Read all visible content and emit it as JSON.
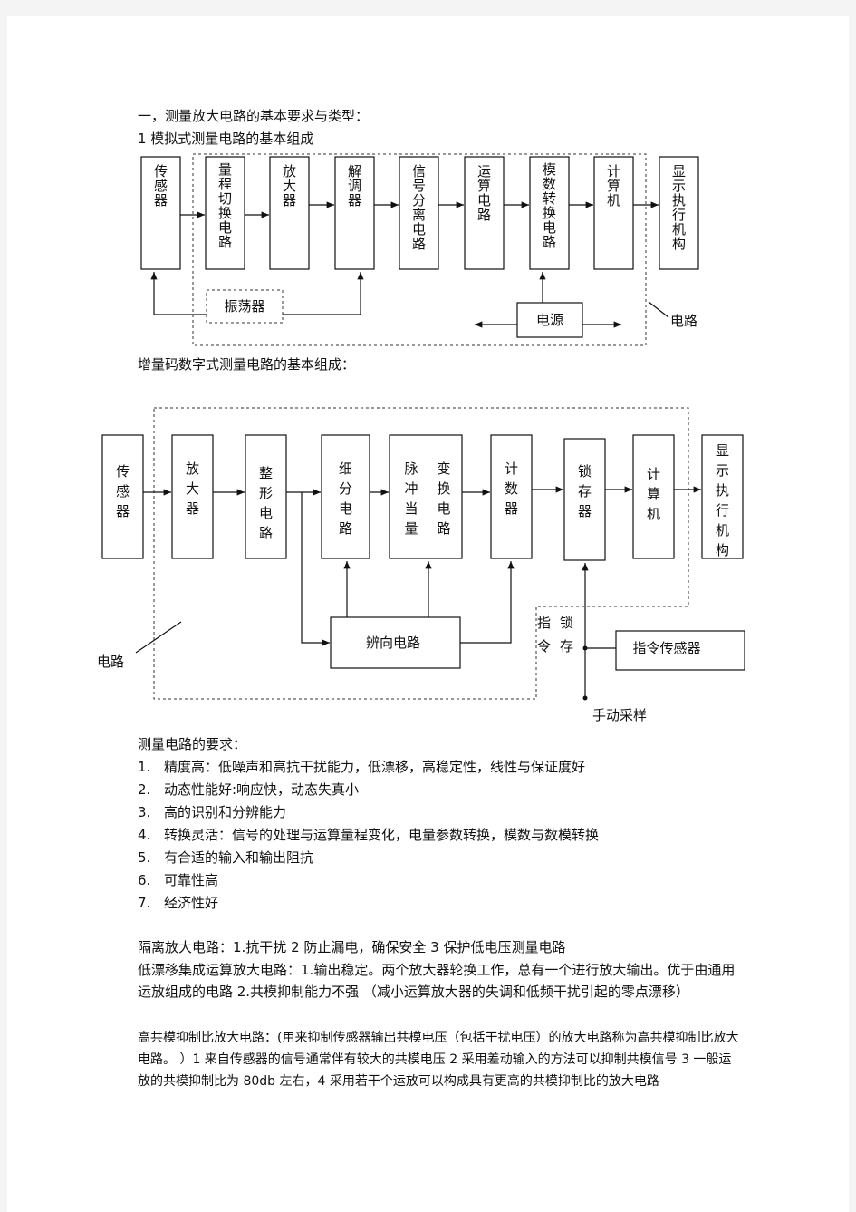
{
  "heading": "一，测量放大电路的基本要求与类型：",
  "section1_title": "1 模拟式测量电路的基本组成",
  "diagram1": {
    "blocks": [
      "传感器",
      "量程切换电路",
      "放大器",
      "解调器",
      "信号分离电路",
      "运算电路",
      "模数转换电路",
      "计算机",
      "显示执行机构"
    ],
    "oscillator": "振荡器",
    "power": "电源",
    "circuit_label": "电路"
  },
  "section2_title": "增量码数字式测量电路的基本组成：",
  "diagram2": {
    "blocks": [
      "传感器",
      "放大器",
      "整形电路",
      "细分电路",
      "脉冲当量",
      "变换电路",
      "计数器",
      "锁存器",
      "计算机",
      "显示执行机构"
    ],
    "direction": "辨向电路",
    "cmd_sensor": "指令传感器",
    "latch_cmd": [
      "指",
      "锁",
      "令",
      "存"
    ],
    "manual": "手动采样",
    "circuit_label": "电路"
  },
  "requirements_title": "测量电路的要求：",
  "requirements": [
    {
      "num": "1.",
      "text": "精度高：低噪声和高抗干扰能力，低漂移，高稳定性，线性与保证度好"
    },
    {
      "num": "2.",
      "text": "动态性能好:响应快，动态失真小"
    },
    {
      "num": "3.",
      "text": "高的识别和分辨能力"
    },
    {
      "num": "4.",
      "text": "转换灵活：信号的处理与运算量程变化，电量参数转换，模数与数模转换"
    },
    {
      "num": "5.",
      "text": "有合适的输入和输出阻抗"
    },
    {
      "num": "6.",
      "text": "可靠性高"
    },
    {
      "num": "7.",
      "text": "经济性好"
    }
  ],
  "para_isolation": "隔离放大电路：1.抗干扰    2 防止漏电，确保安全    3 保护低电压测量电路",
  "para_lowdrift": "低漂移集成运算放大电路：1.输出稳定。两个放大器轮换工作，总有一个进行放大输出。优于由通用运放组成的电路  2.共模抑制能力不强 （减小运算放大器的失调和低频干扰引起的零点漂移）",
  "para_cmrr": "高共模抑制比放大电路：(用来抑制传感器输出共模电压（包括干扰电压）的放大电路称为高共模抑制比放大电路。 ）1 来自传感器的信号通常伴有较大的共模电压 2 采用差动输入的方法可以抑制共模信号 3 一般运放的共模抑制比为 80db 左右，4 采用若干个运放可以构成具有更高的共模抑制比的放大电路"
}
